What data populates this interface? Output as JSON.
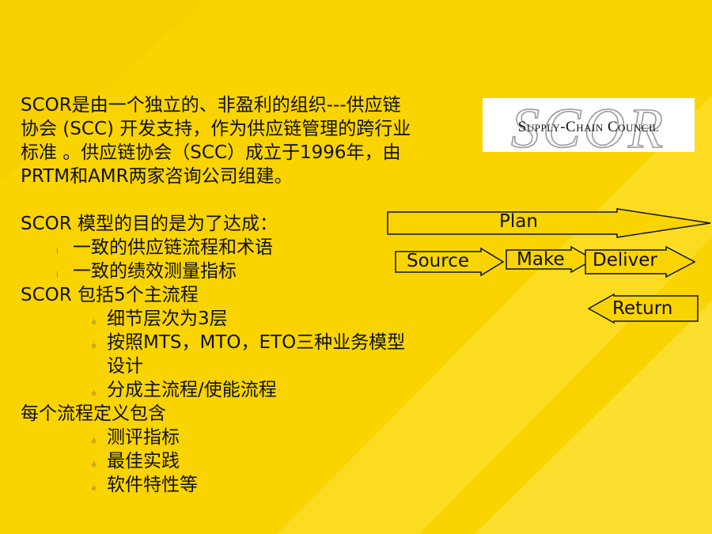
{
  "colors": {
    "background_main": "#f9d400",
    "background_stripe": "#ffe84a",
    "text": "#111111"
  },
  "text": {
    "intro": [
      "SCOR是由一个独立的、非盈利的组织---供应链",
      "协会 (SCC) 开发支持，作为供应链管理的跨行业",
      "标准 。供应链协会（SCC）成立于1996年，由",
      "PRTM和AMR两家咨询公司组建。"
    ],
    "goal_heading": "SCOR 模型的目的是为了达成：",
    "goals": [
      "一致的供应链流程和术语",
      "一致的绩效测量指标"
    ],
    "processes_heading": "SCOR 包括5个主流程",
    "process_items": [
      "细节层次为3层",
      "按照MTS，MTO，ETO三种业务模型",
      "设计",
      "分成主流程/使能流程"
    ],
    "define_heading": "每个流程定义包含",
    "define_items": [
      "测评指标",
      "最佳实践",
      "软件特性等"
    ],
    "bullet_level1": "l",
    "bullet_level2": "è"
  },
  "logo": {
    "watermark": "SCOR",
    "name": "Supply-Chain Council"
  },
  "diagram": {
    "plan": "Plan",
    "source": "Source",
    "make": "Make",
    "deliver": "Deliver",
    "return": "Return"
  }
}
